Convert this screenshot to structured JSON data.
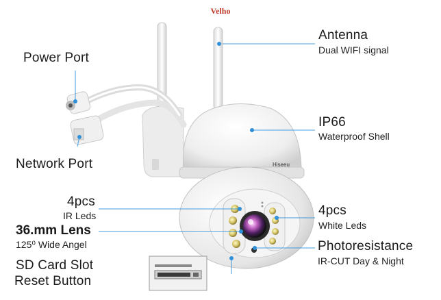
{
  "watermark": "Velho",
  "brand_logo": "Hiseeu",
  "colors": {
    "callout": "#2f8fd8",
    "watermark": "#c0392b"
  },
  "labels": {
    "power_port": {
      "title": "Power Port"
    },
    "network_port": {
      "title": "Network Port"
    },
    "ir_leds": {
      "title": "4pcs",
      "subtitle": "IR Leds"
    },
    "lens": {
      "title": "36.mm Lens",
      "subtitle": "125⁰ Wide Angel"
    },
    "sd_card": {
      "title_line1": "SD Card Slot",
      "title_line2": "Reset Button"
    },
    "antenna": {
      "title": "Antenna",
      "subtitle": "Dual WIFI signal"
    },
    "ip66": {
      "title": "IP66",
      "subtitle": "Waterproof Shell"
    },
    "white_leds": {
      "title": "4pcs",
      "subtitle": "White Leds"
    },
    "photoresistance": {
      "title": "Photoresistance",
      "subtitle": "IR-CUT Day & Night"
    }
  }
}
